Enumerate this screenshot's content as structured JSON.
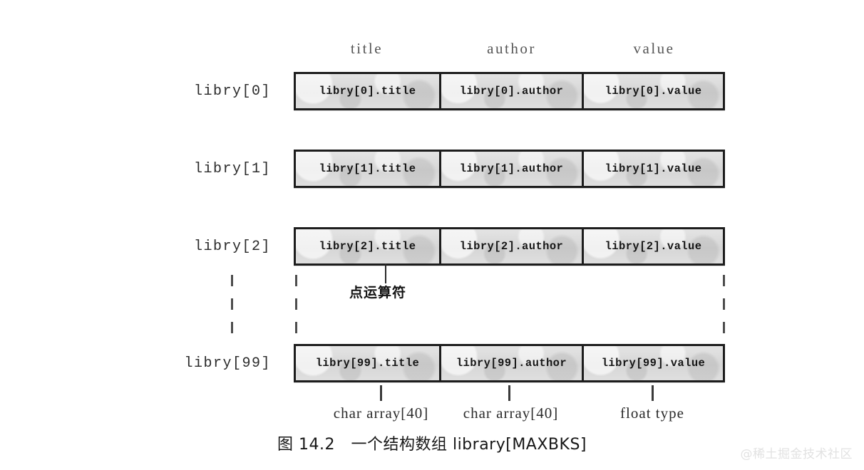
{
  "figure": {
    "caption": "图 14.2　一个结构数组 library[MAXBKS]",
    "watermark": "@稀土掘金技术社区",
    "background_color": "#ffffff",
    "box_border_color": "#1d1d1d",
    "cell_fill_color": "#dcdcdc",
    "header_text_color": "#555555"
  },
  "columns": [
    {
      "id": "title",
      "header": "title"
    },
    {
      "id": "author",
      "header": "author"
    },
    {
      "id": "value",
      "header": "value"
    }
  ],
  "rows": [
    {
      "label": "libry[0]",
      "cells": [
        "libry[0].title",
        "libry[0].author",
        "libry[0].value"
      ]
    },
    {
      "label": "libry[1]",
      "cells": [
        "libry[1].title",
        "libry[1].author",
        "libry[1].value"
      ]
    },
    {
      "label": "libry[2]",
      "cells": [
        "libry[2].title",
        "libry[2].author",
        "libry[2].value"
      ]
    },
    {
      "label": "libry[99]",
      "cells": [
        "libry[99].title",
        "libry[99].author",
        "libry[99].value"
      ]
    }
  ],
  "ellipsis": {
    "dash_count": 3,
    "columns": [
      "label-column",
      "box-left-edge",
      "box-right-edge"
    ]
  },
  "callout": {
    "label": "点运算符",
    "points_to": "libry[2].title"
  },
  "type_annotations": [
    {
      "column": "title",
      "text": "char array[40]"
    },
    {
      "column": "author",
      "text": "char array[40]"
    },
    {
      "column": "value",
      "text": "float type"
    }
  ]
}
